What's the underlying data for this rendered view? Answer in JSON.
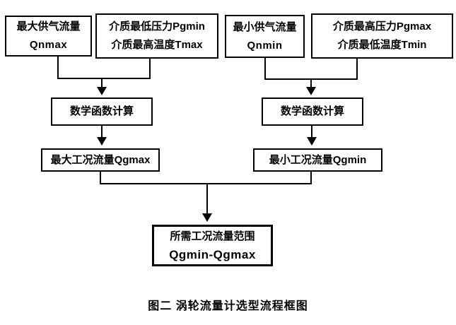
{
  "page": {
    "background": "#ffffff",
    "ink_color": "#000000",
    "caption": "图二  涡轮流量计选型流程框图"
  },
  "flowchart": {
    "boxes": {
      "qnmax": {
        "line1": "最大供气流量",
        "line2": "Qnmax"
      },
      "pgmin_tmax": {
        "line1": "介质最低压力Pgmin",
        "line2": "介质最高温度Tmax"
      },
      "qnmin": {
        "line1": "最小供气流量",
        "line2": "Qnmin"
      },
      "pgmax_tmin": {
        "line1": "介质最高压力Pgmax",
        "line2": "介质最低温度Tmin"
      },
      "calc_left": {
        "label": "数学函数计算"
      },
      "calc_right": {
        "label": "数学函数计算"
      },
      "qgmax": {
        "label": "最大工况流量Qgmax"
      },
      "qgmin": {
        "label": "最小工况流量Qgmin"
      },
      "result": {
        "line1": "所需工况流量范围",
        "line2": "Qgmin-Qgmax"
      }
    }
  }
}
